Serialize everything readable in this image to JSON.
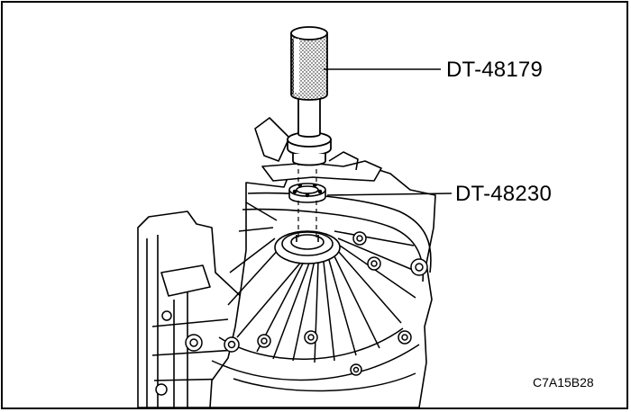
{
  "callouts": {
    "tool_1": "DT-48179",
    "tool_2": "DT-48230"
  },
  "figure_code": "C7A15B28"
}
